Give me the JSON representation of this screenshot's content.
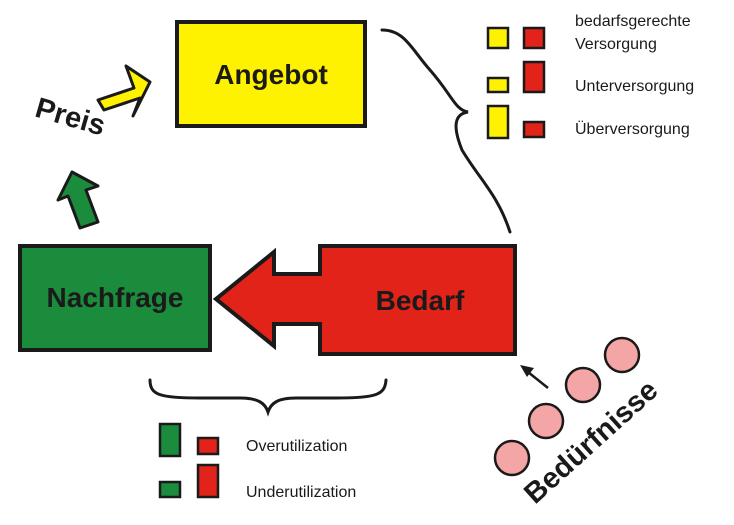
{
  "boxes": {
    "angebot": {
      "label": "Angebot"
    },
    "nachfrage": {
      "label": "Nachfrage"
    },
    "bedarf": {
      "label": "Bedarf"
    }
  },
  "price_label": "Preis",
  "needs_label": "Bedürfnisse",
  "supply_legend": [
    {
      "text_lines": [
        "bedarfsgerechte",
        "Versorgung"
      ]
    },
    {
      "text_lines": [
        "Unterversorgung"
      ]
    },
    {
      "text_lines": [
        "Überversorgung"
      ]
    }
  ],
  "utilization_legend": [
    {
      "text": "Overutilization"
    },
    {
      "text": "Underutilization"
    }
  ],
  "colors": {
    "yellow": "#fff200",
    "green": "#1a8c3c",
    "red": "#e2231a",
    "pink": "#f4a6a6",
    "outline": "#1a1a1a"
  }
}
